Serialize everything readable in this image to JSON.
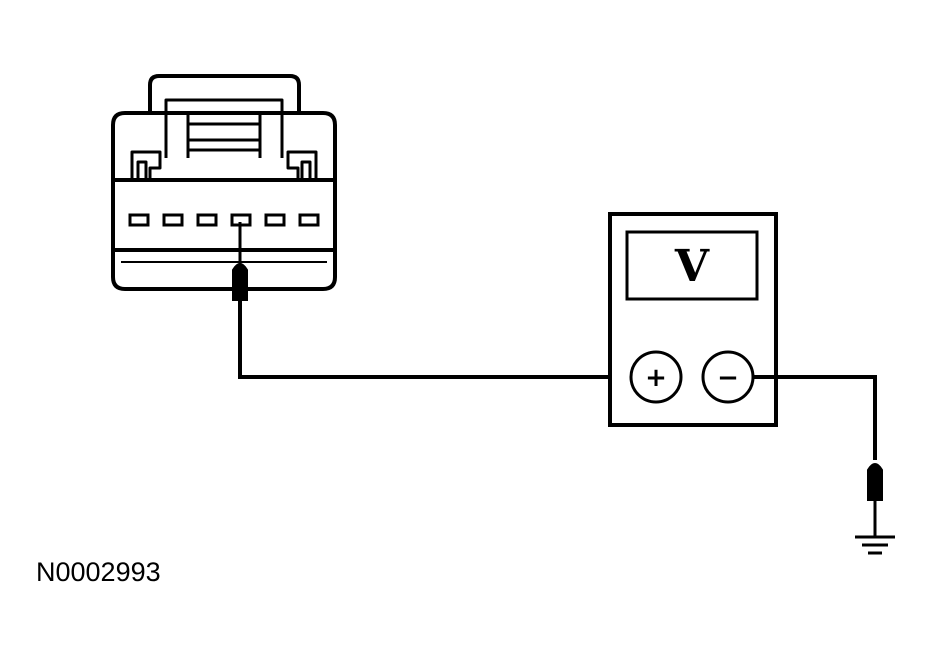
{
  "figure": {
    "reference_id": "N0002993"
  },
  "meter": {
    "display_symbol": "V",
    "positive_terminal": "+",
    "negative_terminal": "−"
  },
  "connector": {
    "pin_count": 6,
    "probed_pin": 4
  },
  "colors": {
    "line": "#000000",
    "background": "#ffffff"
  }
}
